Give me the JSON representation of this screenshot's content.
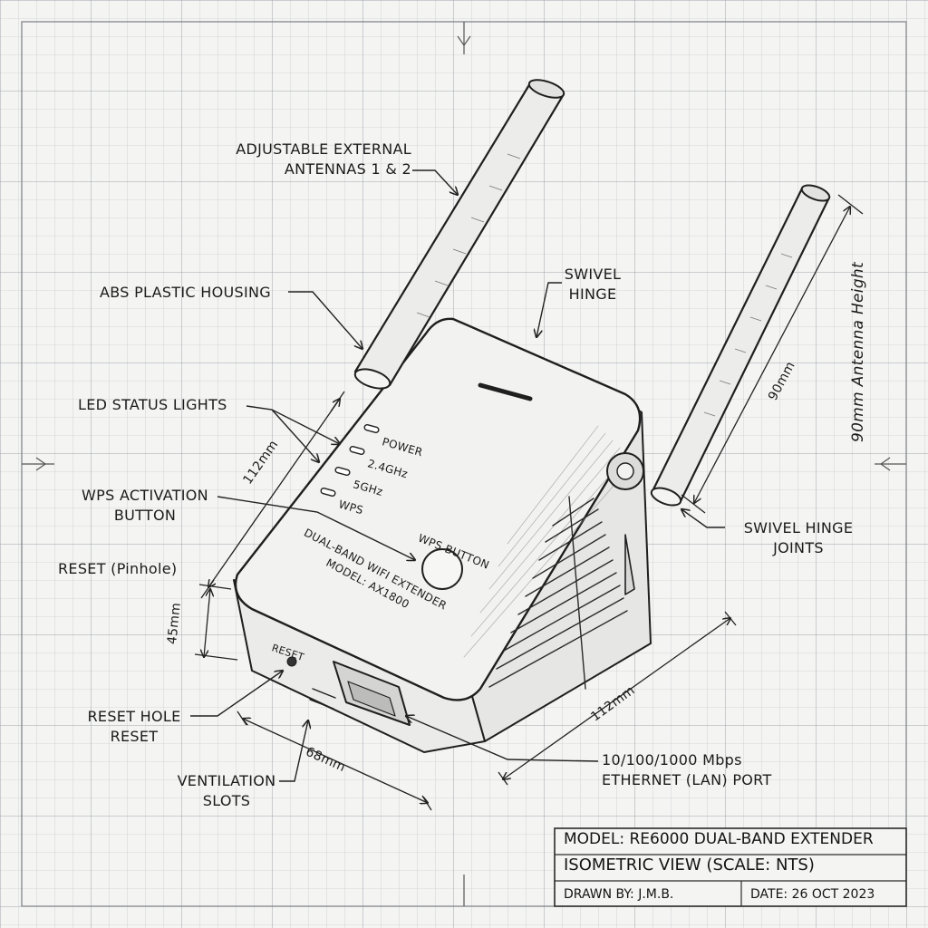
{
  "labels": {
    "antennas_line1": "ADJUSTABLE EXTERNAL",
    "antennas_line2": "ANTENNAS 1 & 2",
    "housing": "ABS PLASTIC HOUSING",
    "hinge_line1": "SWIVEL",
    "hinge_line2": "HINGE",
    "led": "LED STATUS LIGHTS",
    "wps_line1": "WPS ACTIVATION",
    "wps_line2": "BUTTON",
    "reset_pinhole": "RESET (Pinhole)",
    "hinge_joints_line1": "SWIVEL HINGE",
    "hinge_joints_line2": "JOINTS",
    "reset_hole_line1": "RESET HOLE",
    "reset_hole_line2": "RESET",
    "vent_line1": "VENTILATION",
    "vent_line2": "SLOTS",
    "ethernet_line1": "10/100/1000 Mbps",
    "ethernet_line2": "ETHERNET (LAN) PORT"
  },
  "device": {
    "led_power": "POWER",
    "led_24": "2.4GHz",
    "led_5": "5GHz",
    "led_wps": "WPS",
    "wps_button": "WPS BUTTON",
    "front_line1": "DUAL-BAND WIFI EXTENDER",
    "front_line2": "MODEL: AX1800",
    "reset_text": "RESET"
  },
  "dimensions": {
    "height_112": "112mm",
    "depth_45": "45mm",
    "width_68": "68mm",
    "length_112": "112mm",
    "antenna_90": "90mm",
    "antenna_height": "90mm Antenna Height"
  },
  "title_block": {
    "model_label": "MODEL:",
    "model_value": "RE6000 DUAL-BAND EXTENDER",
    "view": "ISOMETRIC VIEW (SCALE: NTS)",
    "drawn_by": "DRAWN BY: J.M.B.",
    "date": "DATE: 26 OCT 2023"
  }
}
